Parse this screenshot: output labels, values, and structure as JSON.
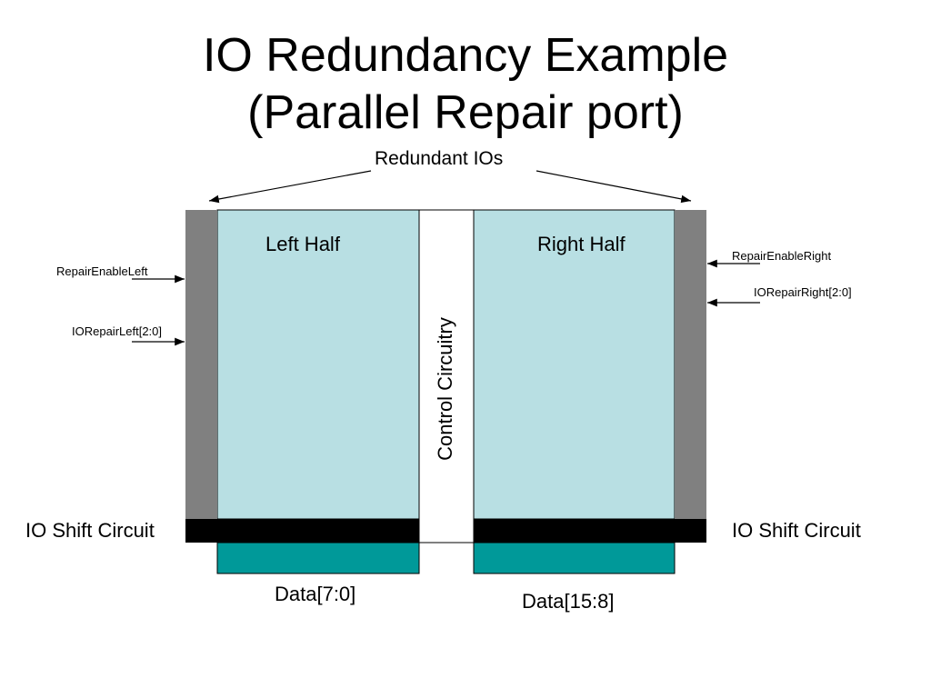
{
  "slide": {
    "title_line1": "IO Redundancy Example",
    "title_line2": "(Parallel Repair port)"
  },
  "labels": {
    "redundant_ios": "Redundant IOs",
    "left_half": "Left Half",
    "right_half": "Right Half",
    "control_circuitry": "Control Circuitry",
    "repair_enable_left": "RepairEnableLeft",
    "io_repair_left": "IORepairLeft[2:0]",
    "repair_enable_right": "RepairEnableRight",
    "io_repair_right": "IORepairRight[2:0]",
    "io_shift_left": "IO Shift Circuit",
    "io_shift_right": "IO Shift Circuit",
    "data_left": "Data[7:0]",
    "data_right": "Data[15:8]"
  },
  "colors": {
    "array_fill": "#b8dfe3",
    "redundant_io_fill": "#808080",
    "shift_circuit_fill": "#000000",
    "data_block_fill": "#009999",
    "control_fill": "#ffffff",
    "line": "#000000"
  }
}
